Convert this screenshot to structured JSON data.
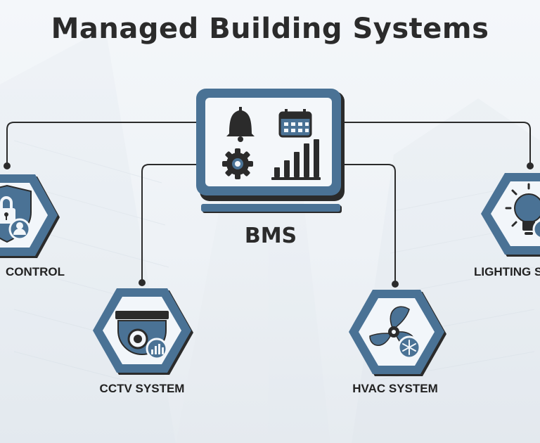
{
  "title": "Managed Building Systems",
  "hub": {
    "label": "BMS",
    "icons": [
      "bell-icon",
      "calendar-icon",
      "gear-icon",
      "bar-chart-icon"
    ]
  },
  "nodes": [
    {
      "id": "access-control",
      "label": "CONTROL",
      "icon": "shield-lock-user-icon"
    },
    {
      "id": "cctv",
      "label": "CCTV SYSTEM",
      "icon": "security-camera-icon"
    },
    {
      "id": "hvac",
      "label": "HVAC SYSTEM",
      "icon": "fan-snowflake-icon"
    },
    {
      "id": "lighting",
      "label": "LIGHTING S",
      "icon": "light-bulb-icon"
    }
  ],
  "colors": {
    "accent": "#4a7295",
    "dark": "#2b2b2b",
    "light": "#f2f6fa"
  }
}
